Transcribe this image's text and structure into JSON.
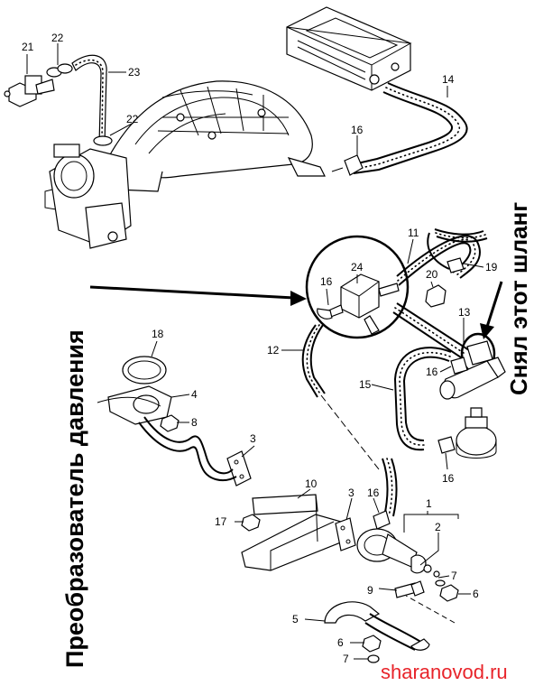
{
  "parts": {
    "p1": "1",
    "p2": "2",
    "p3a": "3",
    "p3b": "3",
    "p4": "4",
    "p5": "5",
    "p6a": "6",
    "p6b": "6",
    "p7a": "7",
    "p7b": "7",
    "p8": "8",
    "p9": "9",
    "p10": "10",
    "p11": "11",
    "p12": "12",
    "p13": "13",
    "p14": "14",
    "p15": "15",
    "p16a": "16",
    "p16b": "16",
    "p16c": "16",
    "p16d": "16",
    "p16e": "16",
    "p17": "17",
    "p18": "18",
    "p19": "19",
    "p20": "20",
    "p21": "21",
    "p22a": "22",
    "p22b": "22",
    "p23": "23",
    "p24": "24"
  },
  "annotations": {
    "vertical_left": "Преобразователь давления",
    "vertical_right": "Снял этот шланг"
  },
  "watermark": "sharanovod.ru",
  "colors": {
    "ink": "#000000",
    "watermark": "#e8242a",
    "background": "#ffffff"
  }
}
